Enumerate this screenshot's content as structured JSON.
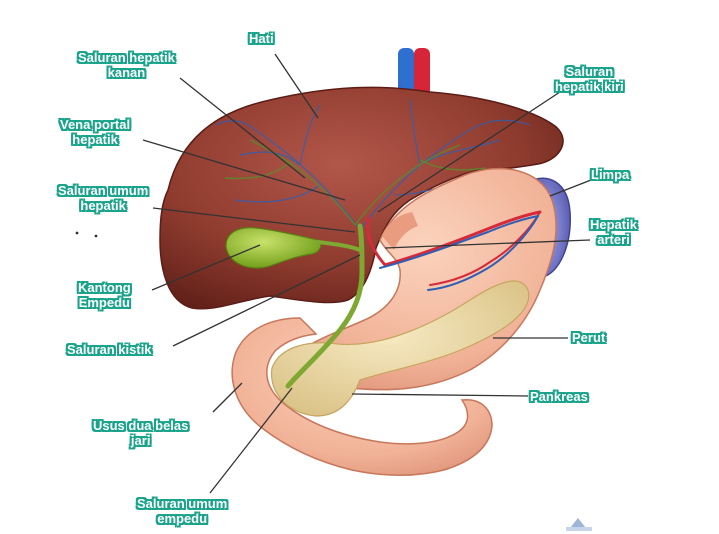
{
  "labels": {
    "hati": "Hati",
    "saluran_hepatik_kanan": [
      "Saluran hepatik",
      "kanan"
    ],
    "saluran_hepatik_kiri": [
      "Saluran",
      "hepatik kiri"
    ],
    "vena_portal_hepatik": [
      "Vena portal",
      "hepatik"
    ],
    "limpa": "Limpa",
    "saluran_umum_hepatik": [
      "Saluran umum",
      "hepatik"
    ],
    "hepatik_arteri": [
      "Hepatik",
      "arteri"
    ],
    "kantong_empedu": [
      "Kantong",
      "Empedu"
    ],
    "perut": "Perut",
    "saluran_kistik": "Saluran kistik",
    "pankreas": "Pankreas",
    "usus_dua_belas_jari": [
      "Usus dua belas",
      "jari"
    ],
    "saluran_umum_empedu": [
      "Saluran umum",
      "empedu"
    ]
  },
  "colors": {
    "label_text": "#ffffff",
    "label_outline": "#1aa38b",
    "liver": "#8a3a2c",
    "stomach": "#f1b69c",
    "pancreas": "#ecd9a4",
    "gallbladder": "#8fbe2b",
    "spleen": "#6d72c4",
    "artery": "#d62a3a",
    "vein": "#2f5fb5"
  }
}
